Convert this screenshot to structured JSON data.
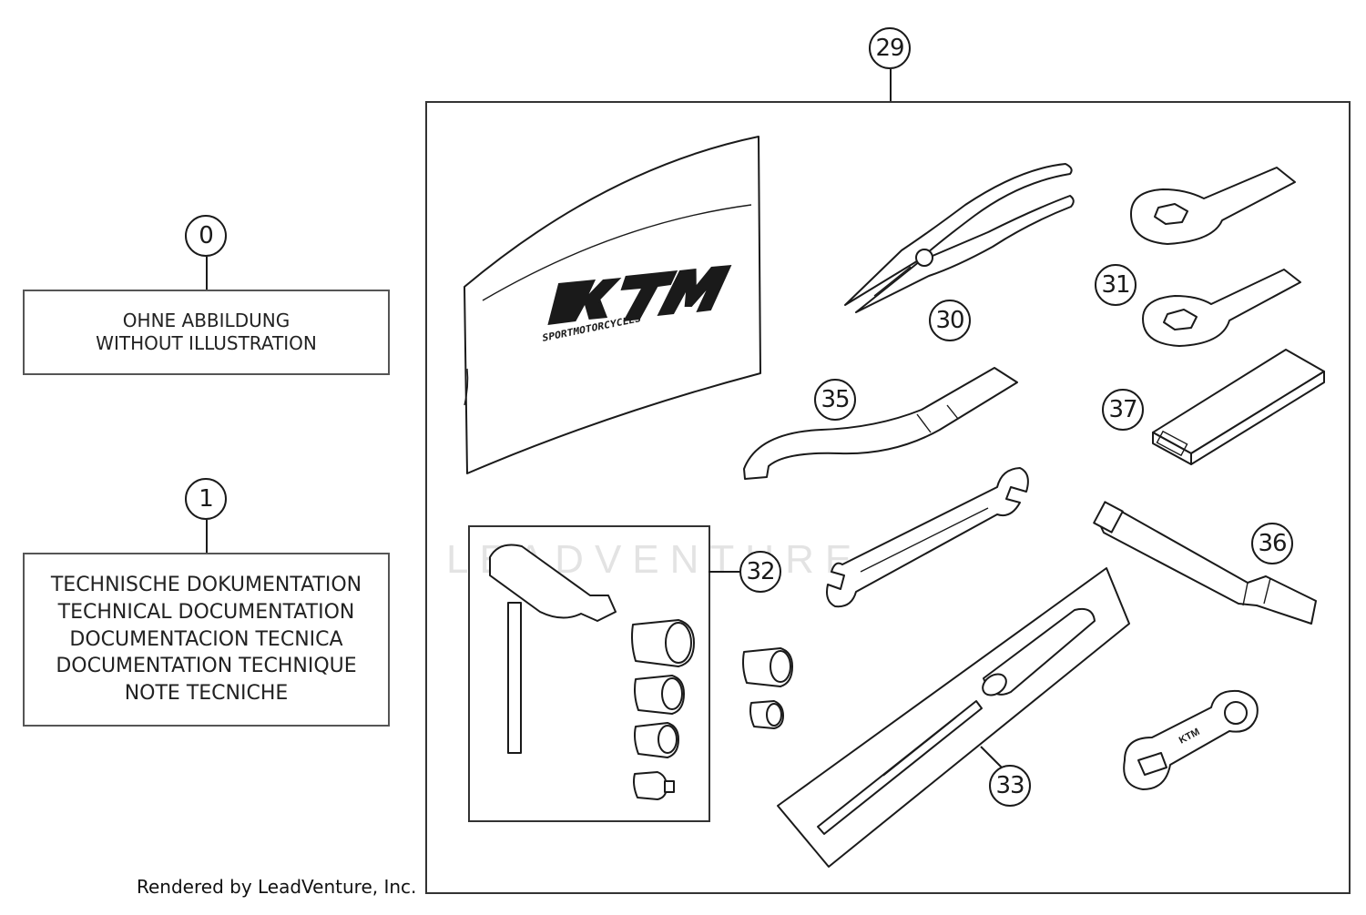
{
  "callouts": {
    "c0": "0",
    "c1": "1",
    "c29": "29",
    "c30": "30",
    "c31": "31",
    "c32": "32",
    "c33": "33",
    "c35": "35",
    "c36": "36",
    "c37": "37"
  },
  "boxes": {
    "without_illustration": [
      "OHNE ABBILDUNG",
      "WITHOUT ILLUSTRATION"
    ],
    "technical_documentation": [
      "TECHNISCHE DOKUMENTATION",
      "TECHNICAL DOCUMENTATION",
      "DOCUMENTACION TECNICA",
      "DOCUMENTATION TECHNIQUE",
      "NOTE TECNICHE"
    ]
  },
  "bag_logo": {
    "brand": "KTM",
    "tagline": "SPORTMOTORCYCLES"
  },
  "spanner_logo": "KTM",
  "watermark": "LEADVENTURE",
  "credit": "Rendered by LeadVenture, Inc."
}
